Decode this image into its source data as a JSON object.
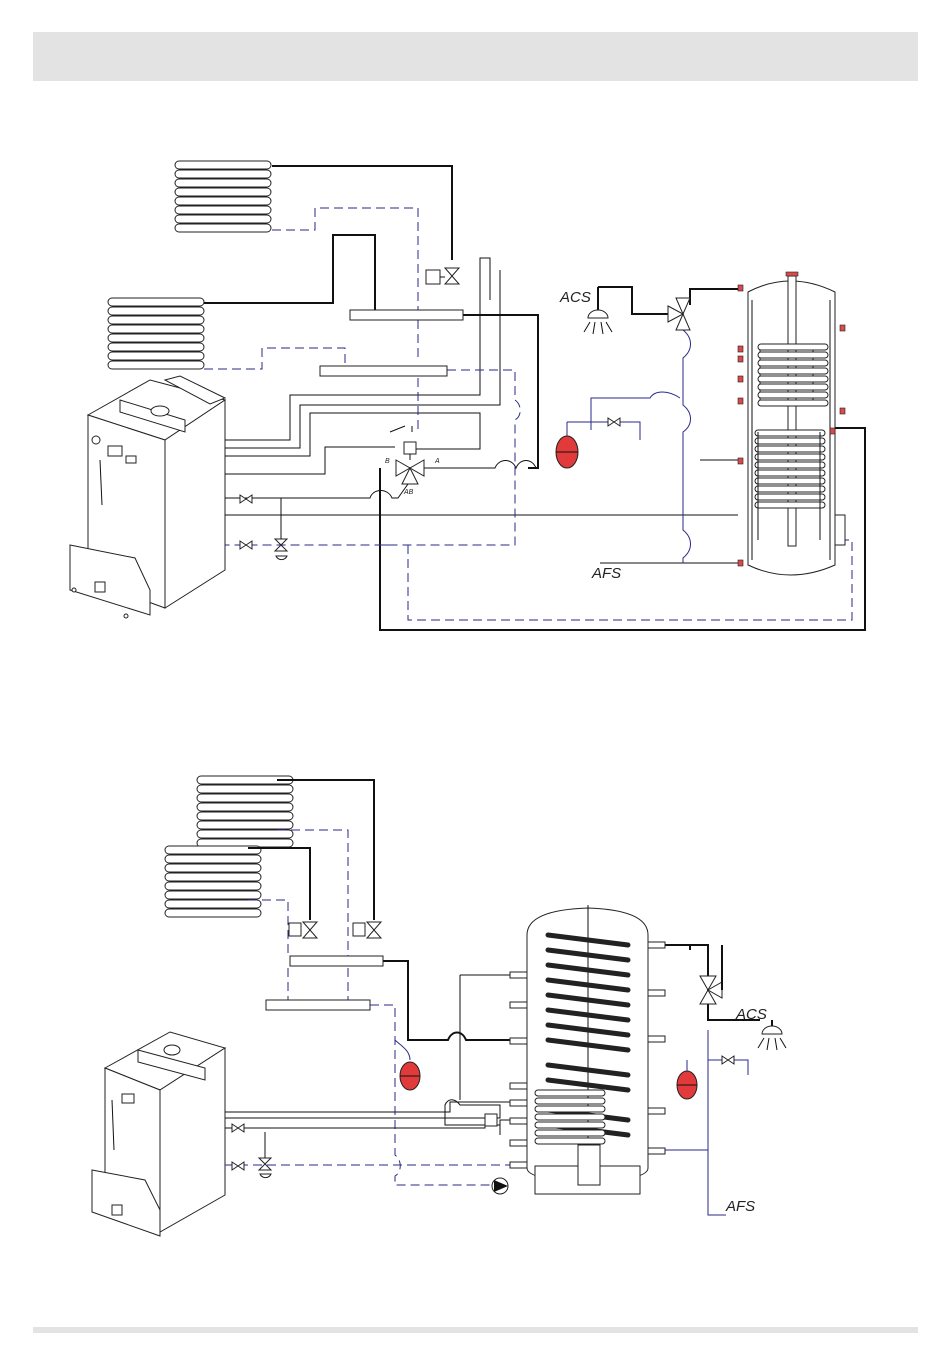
{
  "header": {
    "text": ""
  },
  "diagram1": {
    "label_dhw": "ACS",
    "label_cold_water": "AFS",
    "valve_port_a": "A",
    "valve_port_b": "B",
    "valve_port_ab": "AB"
  },
  "diagram2": {
    "label_dhw": "ACS",
    "label_cold_water": "AFS"
  },
  "colors": {
    "supply_line": "#111111",
    "return_line_dashed": "#2a2a8a",
    "expansion_vessel": "#e03a3a",
    "header_band": "#e3e3e3"
  }
}
